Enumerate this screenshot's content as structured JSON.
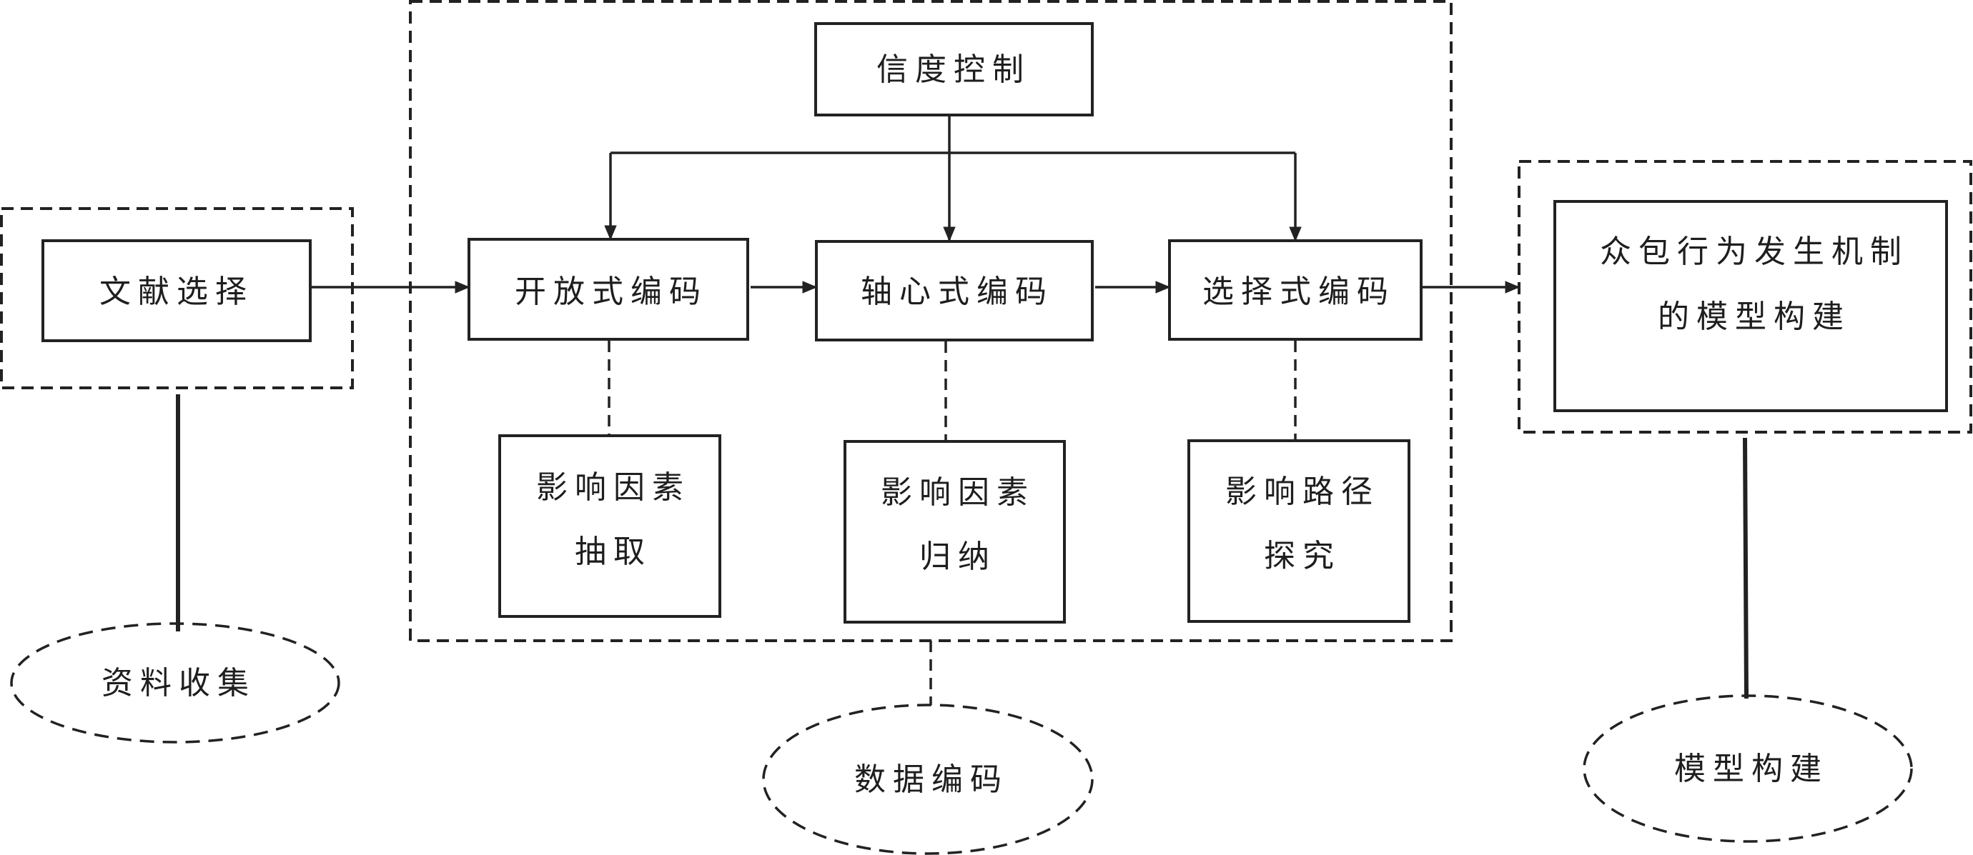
{
  "diagram": {
    "type": "flowchart",
    "colors": {
      "stroke": "#222222",
      "text": "#1e1e1e",
      "background": "#ffffff"
    },
    "stages": [
      {
        "id": "collection",
        "group_label": "资料收集",
        "boxes": [
          {
            "id": "literature",
            "lines": [
              "文献选择"
            ]
          }
        ]
      },
      {
        "id": "coding",
        "group_label": "数据编码",
        "control": {
          "id": "reliability",
          "lines": [
            "信度控制"
          ]
        },
        "boxes": [
          {
            "id": "open-coding",
            "lines": [
              "开放式编码"
            ]
          },
          {
            "id": "axial-coding",
            "lines": [
              "轴心式编码"
            ]
          },
          {
            "id": "selective-coding",
            "lines": [
              "选择式编码"
            ]
          }
        ],
        "sub_boxes": [
          {
            "id": "factor-extraction",
            "parent": "open-coding",
            "lines": [
              "影响因素",
              "抽取"
            ]
          },
          {
            "id": "factor-induction",
            "parent": "axial-coding",
            "lines": [
              "影响因素",
              "归纳"
            ]
          },
          {
            "id": "path-exploration",
            "parent": "selective-coding",
            "lines": [
              "影响路径",
              "探究"
            ]
          }
        ]
      },
      {
        "id": "modeling",
        "group_label": "模型构建",
        "boxes": [
          {
            "id": "model-building",
            "lines": [
              "众包行为发生机制",
              "的模型构建"
            ]
          }
        ]
      }
    ],
    "edges": [
      {
        "from": "literature",
        "to": "open-coding",
        "style": "arrow"
      },
      {
        "from": "open-coding",
        "to": "axial-coding",
        "style": "arrow"
      },
      {
        "from": "axial-coding",
        "to": "selective-coding",
        "style": "arrow"
      },
      {
        "from": "selective-coding",
        "to": "model-building",
        "style": "arrow"
      },
      {
        "from": "reliability",
        "to": "open-coding",
        "style": "arrow"
      },
      {
        "from": "reliability",
        "to": "axial-coding",
        "style": "arrow"
      },
      {
        "from": "reliability",
        "to": "selective-coding",
        "style": "arrow"
      },
      {
        "from": "open-coding",
        "to": "factor-extraction",
        "style": "dashed"
      },
      {
        "from": "axial-coding",
        "to": "factor-induction",
        "style": "dashed"
      },
      {
        "from": "selective-coding",
        "to": "path-exploration",
        "style": "dashed"
      }
    ]
  }
}
